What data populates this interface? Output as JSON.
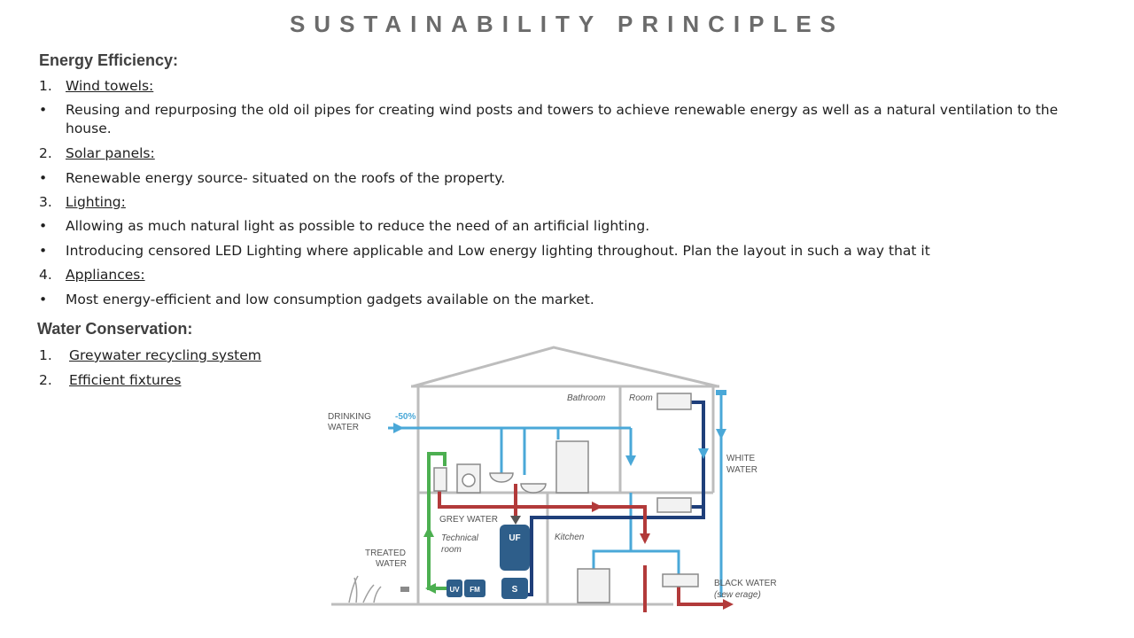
{
  "title": "SUSTAINABILITY PRINCIPLES",
  "energy": {
    "heading": "Energy Efficiency:",
    "items": [
      {
        "marker": "1.",
        "text": " Wind towels:"
      },
      {
        "marker": "•",
        "text": "Reusing and repurposing the old oil pipes for creating wind posts and towers to achieve renewable energy as well as a natural ventilation to the house."
      },
      {
        "marker": "2.",
        "text": " Solar panels:"
      },
      {
        "marker": "•",
        "text": "Renewable energy source- situated on the roofs of the property."
      },
      {
        "marker": "3.",
        "text": " Lighting:"
      },
      {
        "marker": "•",
        "text": " Allowing as much natural light as possible to reduce the need of an artificial lighting."
      },
      {
        "marker": "•",
        "text": "Introducing  censored LED Lighting where applicable and Low energy lighting throughout. Plan the layout in such a way that it"
      },
      {
        "marker": "4.",
        "text": " Appliances:"
      },
      {
        "marker": "•",
        "text": " Most energy-efficient and low consumption gadgets available on the market."
      }
    ]
  },
  "water": {
    "heading": "Water Conservation:",
    "items": [
      {
        "marker": "1.",
        "text": "Greywater recycling system"
      },
      {
        "marker": "2.",
        "text": "Efficient fixtures"
      }
    ]
  },
  "diagram": {
    "labels": {
      "bathroom": "Bathroom",
      "room": "Room",
      "drinking_water_1": "DRINKING",
      "drinking_water_2": "WATER",
      "minus50": "-50%",
      "white_water_1": "WHITE",
      "white_water_2": "WATER",
      "grey_water": "GREY WATER",
      "technical_1": "Technical",
      "technical_2": "room",
      "kitchen": "Kitchen",
      "treated_1": "TREATED",
      "treated_2": "WATER",
      "black_water_1": "BLACK WATER",
      "black_water_2": "(sew erage)",
      "uf": "UF",
      "s": "S",
      "uv": "UV",
      "fm": "FM"
    },
    "colors": {
      "drinking": "#4aa8d8",
      "grey": "#b23a3a",
      "white": "#1f3f7a",
      "treated": "#4caf50",
      "tank": "#2e5e8a",
      "house": "#bdbdbd"
    }
  }
}
